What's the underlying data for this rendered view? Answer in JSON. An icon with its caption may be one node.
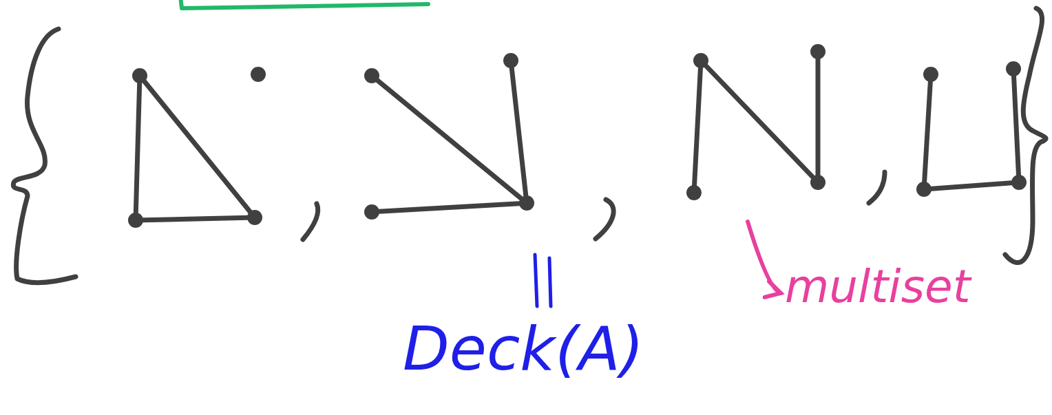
{
  "diagram": {
    "nodes": [
      {
        "text": [],
        "shape": "circle"
      },
      {
        "text": [],
        "shape": "circle"
      },
      {
        "text": [],
        "shape": "circle"
      },
      {
        "text": [],
        "shape": "circle"
      },
      {
        "text": [],
        "shape": "circle"
      },
      {
        "text": [],
        "shape": "circle"
      },
      {
        "text": [],
        "shape": "circle"
      },
      {
        "text": [],
        "shape": "circle"
      },
      {
        "text": [],
        "shape": "circle"
      },
      {
        "text": [],
        "shape": "circle"
      },
      {
        "text": [],
        "shape": "circle"
      },
      {
        "text": [],
        "shape": "circle"
      },
      {
        "text": [],
        "shape": "circle"
      },
      {
        "text": [],
        "shape": "circle"
      },
      {
        "text": [],
        "shape": "circle"
      },
      {
        "text": [],
        "shape": "circle"
      },
      {
        "text": [
          "multiset"
        ]
      }
    ],
    "edges": [
      {
        "from": 0,
        "to": 1,
        "arrow": "none"
      },
      {
        "from": 0,
        "to": 2,
        "arrow": "none"
      },
      {
        "from": 1,
        "to": 2,
        "arrow": "none"
      },
      {
        "from": 4,
        "to": 6,
        "arrow": "none"
      },
      {
        "from": 5,
        "to": 6,
        "arrow": "none"
      },
      {
        "from": 7,
        "to": 6,
        "arrow": "none"
      },
      {
        "from": 8,
        "to": 11,
        "arrow": "none"
      },
      {
        "from": 8,
        "to": 10,
        "arrow": "none"
      },
      {
        "from": 9,
        "to": 10,
        "arrow": "none"
      },
      {
        "from": 12,
        "to": 14,
        "arrow": "none"
      },
      {
        "from": 14,
        "to": 15,
        "arrow": "none"
      },
      {
        "from": 13,
        "to": 15,
        "arrow": "none"
      },
      {
        "from": null,
        "to": 16,
        "arrow": "to",
        "color": "#e8409f"
      }
    ],
    "labels": [
      "Deck(A)"
    ]
  }
}
